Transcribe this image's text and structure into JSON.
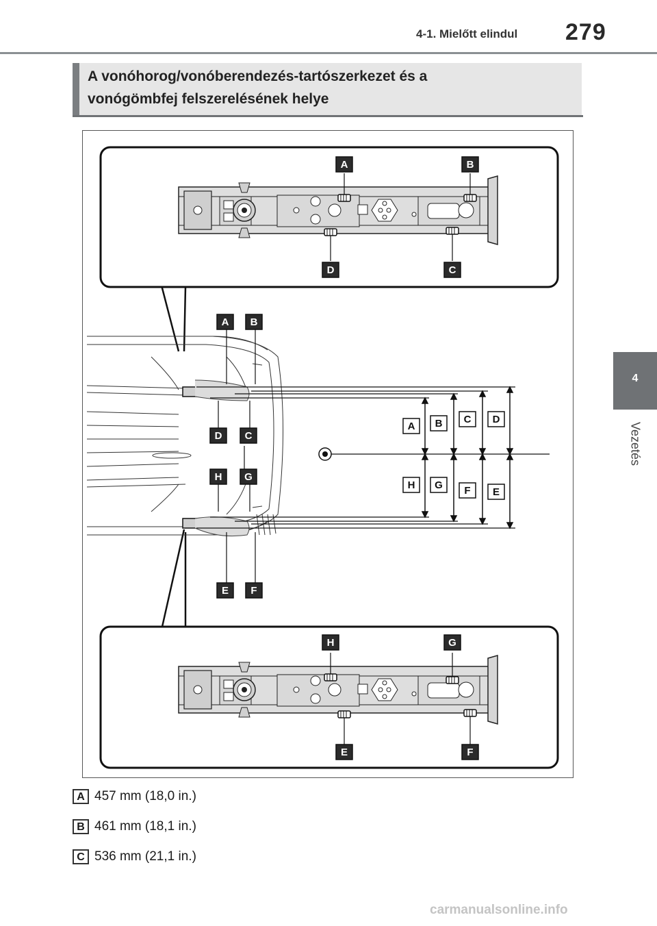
{
  "header": {
    "section": "4-1. Mielőtt elindul",
    "page_number": "279"
  },
  "side_tab": {
    "number": "4",
    "label": "Vezetés"
  },
  "title": {
    "line1": "A vonóhorog/vonóberendezés-tartószerkezet és a",
    "line2": "vonógömbfej felszerelésének helye"
  },
  "figure": {
    "top_callouts": [
      "A",
      "B",
      "C",
      "D"
    ],
    "middle_callouts": [
      "A",
      "B",
      "C",
      "D",
      "E",
      "F",
      "G",
      "H"
    ],
    "dimension_labels_upper": [
      "A",
      "B",
      "C",
      "D"
    ],
    "dimension_labels_lower": [
      "H",
      "G",
      "F",
      "E"
    ],
    "bottom_callouts": [
      "H",
      "G",
      "E",
      "F"
    ]
  },
  "specs": [
    {
      "label": "A",
      "value": "457 mm (18,0 in.)"
    },
    {
      "label": "B",
      "value": "461 mm (18,1 in.)"
    },
    {
      "label": "C",
      "value": "536 mm (21,1 in.)"
    }
  ],
  "watermark": "carmanualsonline.info"
}
